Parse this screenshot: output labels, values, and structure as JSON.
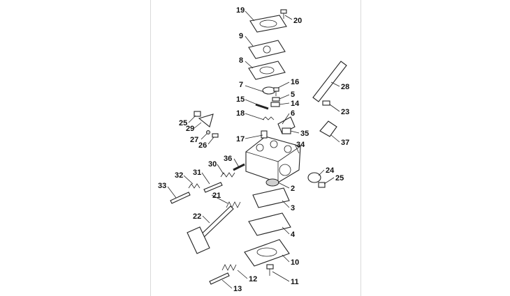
{
  "callouts": [
    {
      "id": "c19",
      "text": "19"
    },
    {
      "id": "c20",
      "text": "20"
    },
    {
      "id": "c9",
      "text": "9"
    },
    {
      "id": "c8",
      "text": "8"
    },
    {
      "id": "c28",
      "text": "28"
    },
    {
      "id": "c7",
      "text": "7"
    },
    {
      "id": "c16",
      "text": "16"
    },
    {
      "id": "c5",
      "text": "5"
    },
    {
      "id": "c15",
      "text": "15"
    },
    {
      "id": "c14",
      "text": "14"
    },
    {
      "id": "c23",
      "text": "23"
    },
    {
      "id": "c18",
      "text": "18"
    },
    {
      "id": "c6",
      "text": "6"
    },
    {
      "id": "c25a",
      "text": "25"
    },
    {
      "id": "c29",
      "text": "29"
    },
    {
      "id": "c17",
      "text": "17"
    },
    {
      "id": "c35",
      "text": "35"
    },
    {
      "id": "c37",
      "text": "37"
    },
    {
      "id": "c27",
      "text": "27"
    },
    {
      "id": "c26",
      "text": "26"
    },
    {
      "id": "c34",
      "text": "34"
    },
    {
      "id": "c36",
      "text": "36"
    },
    {
      "id": "c30",
      "text": "30"
    },
    {
      "id": "c31",
      "text": "31"
    },
    {
      "id": "c32",
      "text": "32"
    },
    {
      "id": "c24",
      "text": "24"
    },
    {
      "id": "c25b",
      "text": "25"
    },
    {
      "id": "c33",
      "text": "33"
    },
    {
      "id": "c2",
      "text": "2"
    },
    {
      "id": "c21",
      "text": "21"
    },
    {
      "id": "c3",
      "text": "3"
    },
    {
      "id": "c22",
      "text": "22"
    },
    {
      "id": "c4",
      "text": "4"
    },
    {
      "id": "c10",
      "text": "10"
    },
    {
      "id": "c12",
      "text": "12"
    },
    {
      "id": "c11",
      "text": "11"
    },
    {
      "id": "c13",
      "text": "13"
    }
  ]
}
